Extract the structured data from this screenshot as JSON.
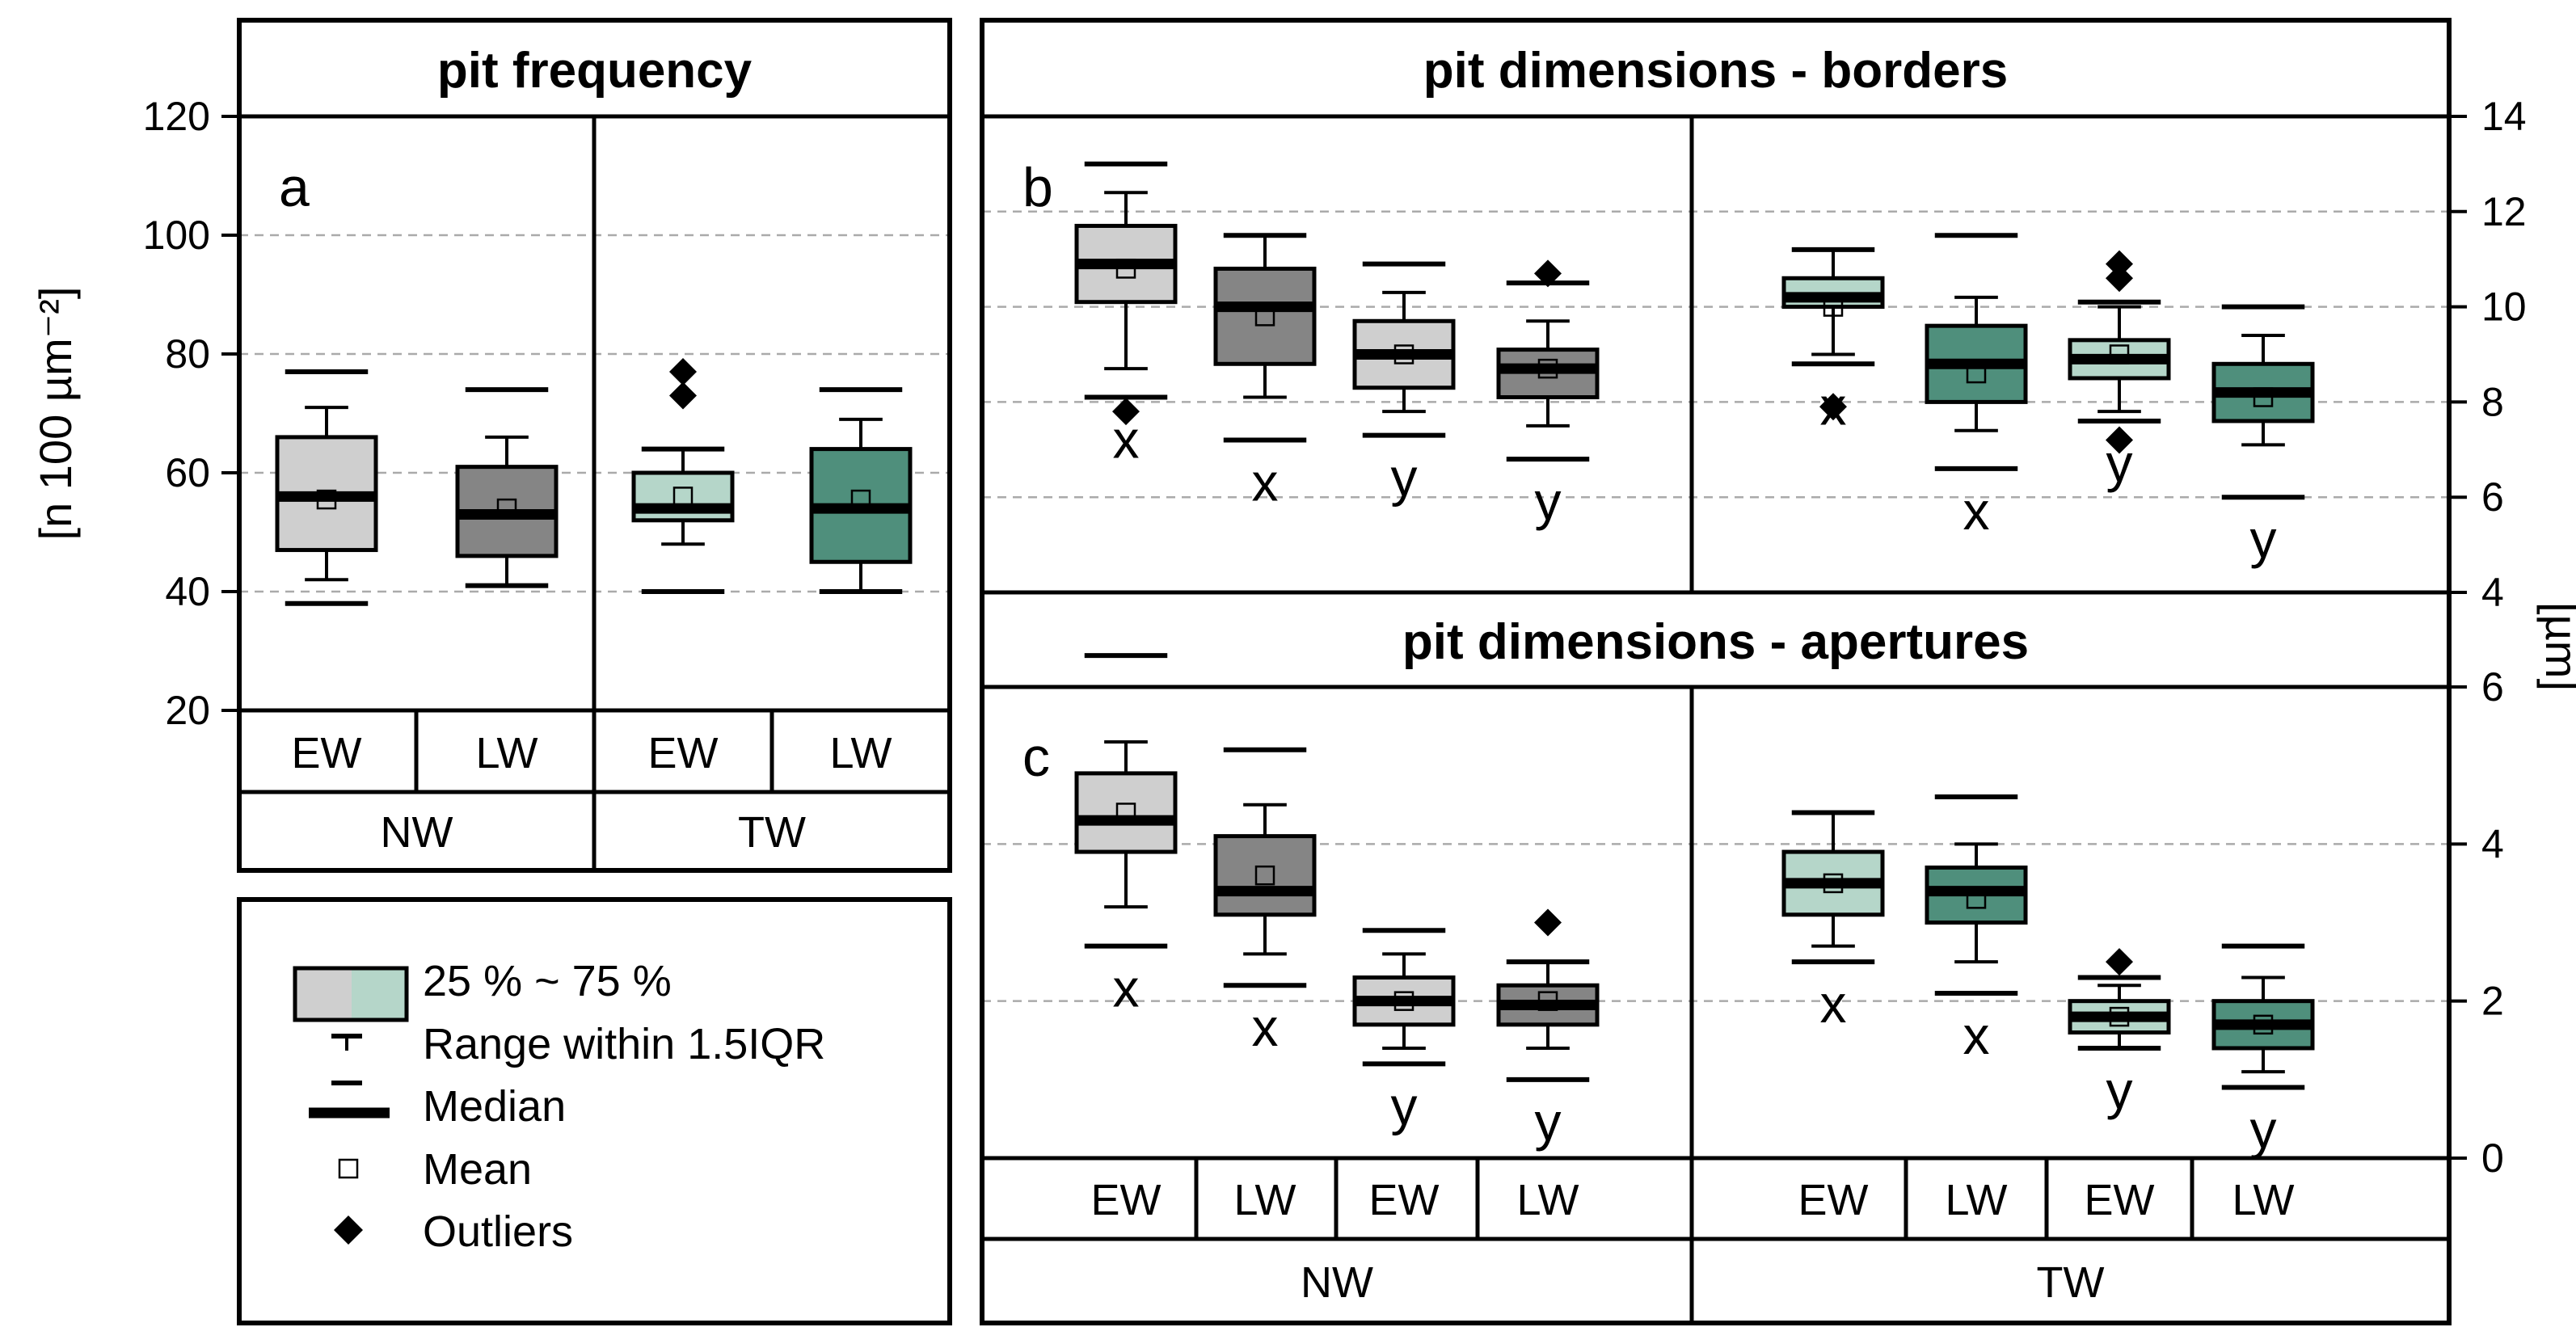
{
  "colors": {
    "NW_EW": "#cfcfcf",
    "NW_LW": "#858585",
    "TW_EW": "#b5d6c9",
    "TW_LW": "#4f8f7c"
  },
  "legend": {
    "items": [
      {
        "key": "box",
        "label": "25 % ~ 75 %"
      },
      {
        "key": "range",
        "label": "Range within 1.5IQR"
      },
      {
        "key": "median",
        "label": "Median"
      },
      {
        "key": "mean",
        "label": "Mean"
      },
      {
        "key": "outlier",
        "label": "Outliers"
      }
    ]
  },
  "chart_data": [
    {
      "id": "a",
      "type": "box",
      "title": "pit frequency",
      "panel_label": "a",
      "ylabel": "[n 100 µm⁻²]",
      "ylim": [
        20,
        120
      ],
      "yticks": [
        20,
        40,
        60,
        80,
        100,
        120
      ],
      "grid": [
        40,
        60,
        80,
        100
      ],
      "categories": [
        "EW",
        "LW",
        "EW",
        "LW"
      ],
      "groups": [
        "NW",
        "TW"
      ],
      "boxes": [
        {
          "cat": "EW",
          "group": "NW",
          "q1": 47,
          "median": 56,
          "q3": 66,
          "mean": 55.5,
          "whisker_low": 42,
          "whisker_high": 71,
          "cap_low": 38,
          "cap_high": 77,
          "outliers": [],
          "sig": ""
        },
        {
          "cat": "LW",
          "group": "NW",
          "q1": 46,
          "median": 53,
          "q3": 61,
          "mean": 54,
          "whisker_low": 41,
          "whisker_high": 66,
          "cap_low": 41,
          "cap_high": 74,
          "outliers": [],
          "sig": ""
        },
        {
          "cat": "EW",
          "group": "TW",
          "q1": 52,
          "median": 54,
          "q3": 60,
          "mean": 56,
          "whisker_low": 48,
          "whisker_high": 64,
          "cap_low": 40,
          "cap_high": 64,
          "outliers": [
            73,
            77
          ],
          "sig": ""
        },
        {
          "cat": "LW",
          "group": "TW",
          "q1": 45,
          "median": 54,
          "q3": 64,
          "mean": 55.5,
          "whisker_low": 40,
          "whisker_high": 69,
          "cap_low": 40,
          "cap_high": 74,
          "outliers": [],
          "sig": ""
        }
      ]
    },
    {
      "id": "b",
      "type": "box",
      "title": "pit dimensions - borders",
      "panel_label": "b",
      "ylim": [
        4,
        14
      ],
      "yticks": [
        4,
        6,
        8,
        10,
        12,
        14
      ],
      "grid": [
        6,
        8,
        10,
        12
      ],
      "categories": [
        "NW EW",
        "NW LW",
        "NW EW",
        "NW LW",
        "TW EW",
        "TW LW",
        "TW EW",
        "TW LW"
      ],
      "boxes": [
        {
          "group": "NW",
          "q1": 10.1,
          "median": 10.9,
          "q3": 11.7,
          "mean": 10.8,
          "whisker_low": 8.7,
          "whisker_high": 12.4,
          "cap_low": 8.1,
          "cap_high": 13.0,
          "outliers": [
            7.8
          ],
          "sig": "x"
        },
        {
          "group": "NW",
          "q1": 8.8,
          "median": 10.0,
          "q3": 10.8,
          "mean": 9.8,
          "whisker_low": 8.1,
          "whisker_high": 11.5,
          "cap_low": 7.2,
          "cap_high": 11.5,
          "outliers": [],
          "sig": "x"
        },
        {
          "group": "NW",
          "q1": 8.3,
          "median": 9.0,
          "q3": 9.7,
          "mean": 9.0,
          "whisker_low": 7.8,
          "whisker_high": 10.3,
          "cap_low": 7.3,
          "cap_high": 10.9,
          "outliers": [],
          "sig": "y"
        },
        {
          "group": "NW",
          "q1": 8.1,
          "median": 8.7,
          "q3": 9.1,
          "mean": 8.7,
          "whisker_low": 7.5,
          "whisker_high": 9.7,
          "cap_low": 6.8,
          "cap_high": 10.5,
          "outliers": [
            10.7
          ],
          "sig": "y"
        },
        {
          "group": "TW",
          "q1": 10.0,
          "median": 10.2,
          "q3": 10.6,
          "mean": 10.0,
          "whisker_low": 9.0,
          "whisker_high": 11.2,
          "cap_low": 8.8,
          "cap_high": 11.2,
          "outliers": [
            7.9
          ],
          "sig": "x"
        },
        {
          "group": "TW",
          "q1": 8.0,
          "median": 8.8,
          "q3": 9.6,
          "mean": 8.6,
          "whisker_low": 7.4,
          "whisker_high": 10.2,
          "cap_low": 6.6,
          "cap_high": 11.5,
          "outliers": [],
          "sig": "x"
        },
        {
          "group": "TW",
          "q1": 8.5,
          "median": 8.9,
          "q3": 9.3,
          "mean": 9.0,
          "whisker_low": 7.8,
          "whisker_high": 10.0,
          "cap_low": 7.6,
          "cap_high": 10.1,
          "outliers": [
            10.6,
            10.9,
            7.2
          ],
          "sig": "y"
        },
        {
          "group": "TW",
          "q1": 7.6,
          "median": 8.2,
          "q3": 8.8,
          "mean": 8.1,
          "whisker_low": 7.1,
          "whisker_high": 9.4,
          "cap_low": 6.0,
          "cap_high": 10.0,
          "outliers": [],
          "sig": "y"
        }
      ]
    },
    {
      "id": "c",
      "type": "box",
      "title": "pit dimensions - apertures",
      "panel_label": "c",
      "ylabel": "[µm]",
      "ylim": [
        0,
        6
      ],
      "yticks": [
        0,
        2,
        4,
        6
      ],
      "grid": [
        2,
        4,
        6
      ],
      "categories": [
        "EW",
        "LW",
        "EW",
        "LW",
        "EW",
        "LW",
        "EW",
        "LW"
      ],
      "groups": [
        "NW",
        "TW"
      ],
      "boxes": [
        {
          "group": "NW",
          "q1": 3.9,
          "median": 4.3,
          "q3": 4.9,
          "mean": 4.4,
          "whisker_low": 3.2,
          "whisker_high": 5.3,
          "cap_low": 2.7,
          "cap_high": 6.4,
          "outliers": [],
          "sig": "x"
        },
        {
          "group": "NW",
          "q1": 3.1,
          "median": 3.4,
          "q3": 4.1,
          "mean": 3.6,
          "whisker_low": 2.6,
          "whisker_high": 4.5,
          "cap_low": 2.2,
          "cap_high": 5.2,
          "outliers": [],
          "sig": "x"
        },
        {
          "group": "NW",
          "q1": 1.7,
          "median": 2.0,
          "q3": 2.3,
          "mean": 2.0,
          "whisker_low": 1.4,
          "whisker_high": 2.6,
          "cap_low": 1.2,
          "cap_high": 2.9,
          "outliers": [],
          "sig": "y"
        },
        {
          "group": "NW",
          "q1": 1.7,
          "median": 1.95,
          "q3": 2.2,
          "mean": 2.0,
          "whisker_low": 1.4,
          "whisker_high": 2.5,
          "cap_low": 1.0,
          "cap_high": 2.5,
          "outliers": [
            3.0
          ],
          "sig": "y"
        },
        {
          "group": "TW",
          "q1": 3.1,
          "median": 3.5,
          "q3": 3.9,
          "mean": 3.5,
          "whisker_low": 2.7,
          "whisker_high": 4.4,
          "cap_low": 2.5,
          "cap_high": 4.4,
          "outliers": [],
          "sig": "x"
        },
        {
          "group": "TW",
          "q1": 3.0,
          "median": 3.4,
          "q3": 3.7,
          "mean": 3.3,
          "whisker_low": 2.5,
          "whisker_high": 4.0,
          "cap_low": 2.1,
          "cap_high": 4.6,
          "outliers": [],
          "sig": "x"
        },
        {
          "group": "TW",
          "q1": 1.6,
          "median": 1.8,
          "q3": 2.0,
          "mean": 1.8,
          "whisker_low": 1.4,
          "whisker_high": 2.2,
          "cap_low": 1.4,
          "cap_high": 2.3,
          "outliers": [
            2.5
          ],
          "sig": "y"
        },
        {
          "group": "TW",
          "q1": 1.4,
          "median": 1.7,
          "q3": 2.0,
          "mean": 1.7,
          "whisker_low": 1.1,
          "whisker_high": 2.3,
          "cap_low": 0.9,
          "cap_high": 2.7,
          "outliers": [],
          "sig": "y"
        }
      ]
    }
  ]
}
